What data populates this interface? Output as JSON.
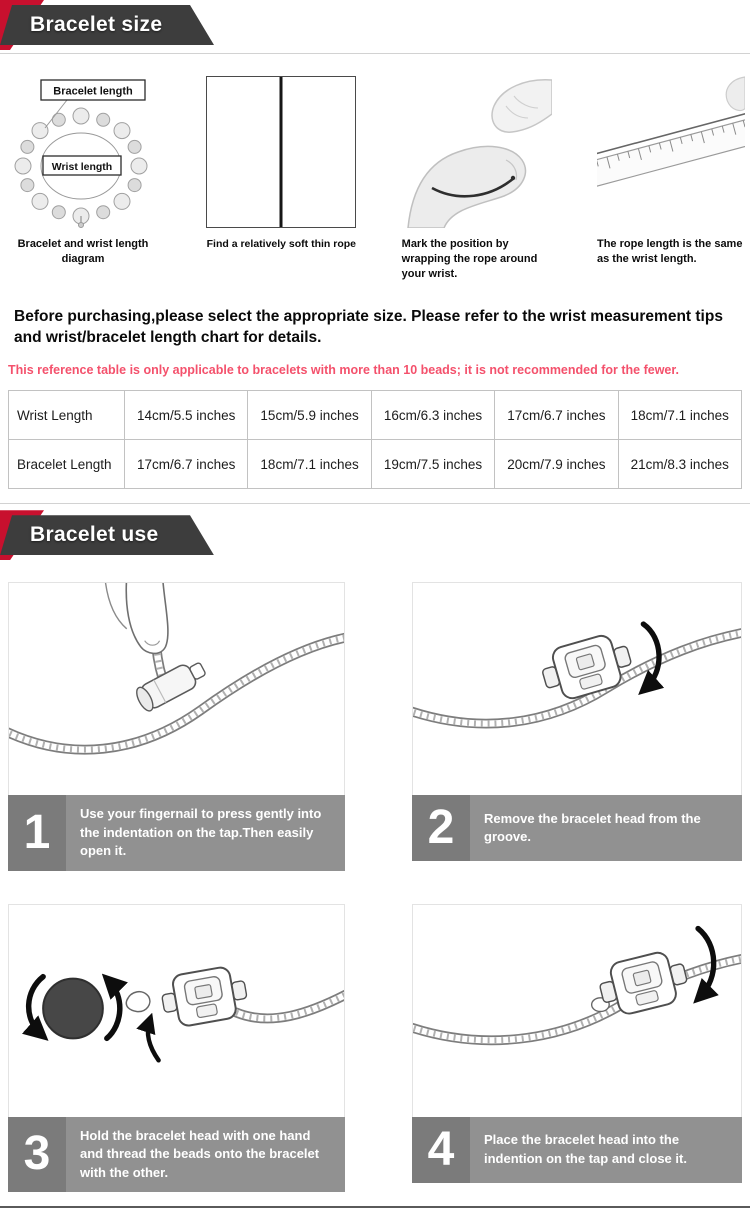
{
  "colors": {
    "accent_red": "#c8102e",
    "banner_gray": "#3d3d3d",
    "caption_bar_gray": "#919191",
    "caption_number_gray": "#7b7b7b",
    "note_pink": "#f4516c"
  },
  "sections": {
    "size": {
      "title": "Bracelet size"
    },
    "use": {
      "title": "Bracelet use"
    }
  },
  "measure": {
    "diagram_labels": {
      "bracelet_length": "Bracelet length",
      "wrist_length": "Wrist length"
    },
    "steps": [
      {
        "caption": "Bracelet and wrist length diagram"
      },
      {
        "caption": "Find a relatively soft thin rope"
      },
      {
        "caption": "Mark the position by wrapping the rope around your wrist."
      },
      {
        "caption": "The rope length is the same as the wrist length."
      }
    ]
  },
  "intro": "Before purchasing,please select the appropriate size. Please refer to the wrist measurement tips and wrist/bracelet length chart for details.",
  "note": "This reference table is only applicable to bracelets with more than 10 beads; it is not recommended for the fewer.",
  "size_table": {
    "rows": [
      {
        "label": "Wrist Length",
        "values": [
          "14cm/5.5 inches",
          "15cm/5.9 inches",
          "16cm/6.3 inches",
          "17cm/6.7 inches",
          "18cm/7.1 inches"
        ]
      },
      {
        "label": "Bracelet Length",
        "values": [
          "17cm/6.7 inches",
          "18cm/7.1 inches",
          "19cm/7.5 inches",
          "20cm/7.9 inches",
          "21cm/8.3 inches"
        ]
      }
    ]
  },
  "use_steps": [
    {
      "number": "1",
      "text": "Use your fingernail to press gently into the indentation on the tap.Then easily open it."
    },
    {
      "number": "2",
      "text": "Remove the bracelet head from the groove."
    },
    {
      "number": "3",
      "text": "Hold the bracelet head with one hand and thread the beads onto the bracelet with the other."
    },
    {
      "number": "4",
      "text": "Place the bracelet head into the indention on the tap and close it."
    }
  ]
}
